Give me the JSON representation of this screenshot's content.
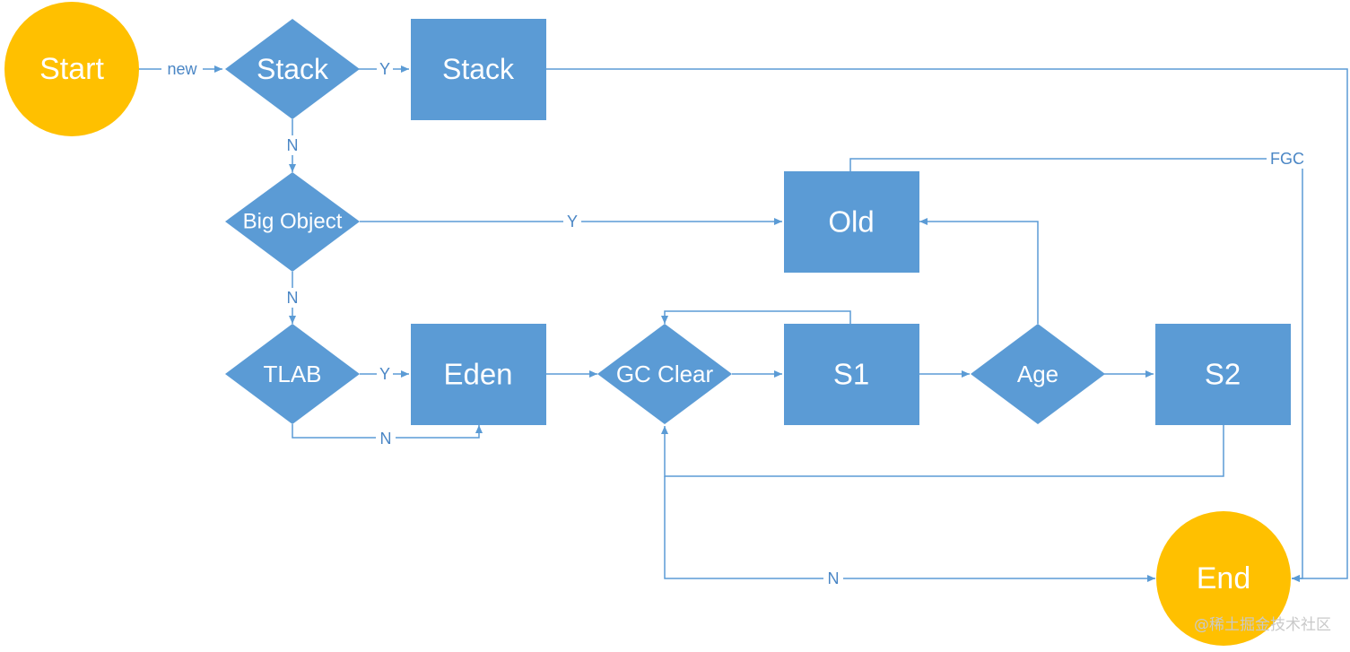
{
  "nodes": {
    "start": "Start",
    "stack_decision": "Stack",
    "stack_box": "Stack",
    "big_object": "Big Object",
    "tlab": "TLAB",
    "eden": "Eden",
    "gc_clear": "GC Clear",
    "s1": "S1",
    "age": "Age",
    "s2": "S2",
    "old": "Old",
    "end": "End"
  },
  "edge_labels": {
    "new": "new",
    "stack_yes": "Y",
    "stack_no": "N",
    "big_yes": "Y",
    "big_no": "N",
    "tlab_yes": "Y",
    "tlab_no": "N",
    "gc_no": "N",
    "fgc": "FGC"
  },
  "watermark": "@稀土掘金技术社区",
  "colors": {
    "start_end": "#ffc000",
    "process": "#5b9bd5",
    "edge": "#5b9bd5",
    "node_text": "#ffffff"
  }
}
